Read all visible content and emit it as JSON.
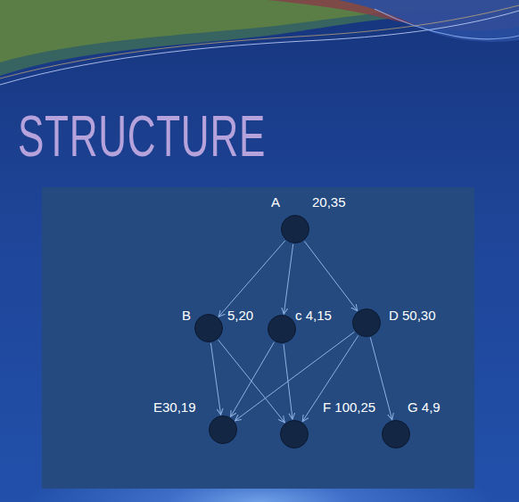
{
  "diagram": {
    "title": "STRUCTURE",
    "nodes": [
      {
        "text": [
          "A",
          "20,35"
        ]
      },
      {
        "text": [
          "B",
          "5,20"
        ]
      },
      {
        "text": [
          "c 4,15"
        ]
      },
      {
        "text": [
          "D 50,30"
        ]
      },
      {
        "text": [
          "E30,19"
        ]
      },
      {
        "text": [
          "F 100,25"
        ]
      },
      {
        "text": [
          "G 4,9"
        ]
      }
    ],
    "edges": [
      {
        "from": 0,
        "to": 1,
        "arrow": "to"
      },
      {
        "from": 0,
        "to": 2,
        "arrow": "to"
      },
      {
        "from": 0,
        "to": 3,
        "arrow": "to"
      },
      {
        "from": 1,
        "to": 4,
        "arrow": "to"
      },
      {
        "from": 1,
        "to": 5,
        "arrow": "to"
      },
      {
        "from": 2,
        "to": 4,
        "arrow": "to"
      },
      {
        "from": 2,
        "to": 5,
        "arrow": "to"
      },
      {
        "from": 3,
        "to": 4,
        "arrow": "to"
      },
      {
        "from": 3,
        "to": 5,
        "arrow": "to"
      },
      {
        "from": 3,
        "to": 6,
        "arrow": "to"
      }
    ]
  }
}
